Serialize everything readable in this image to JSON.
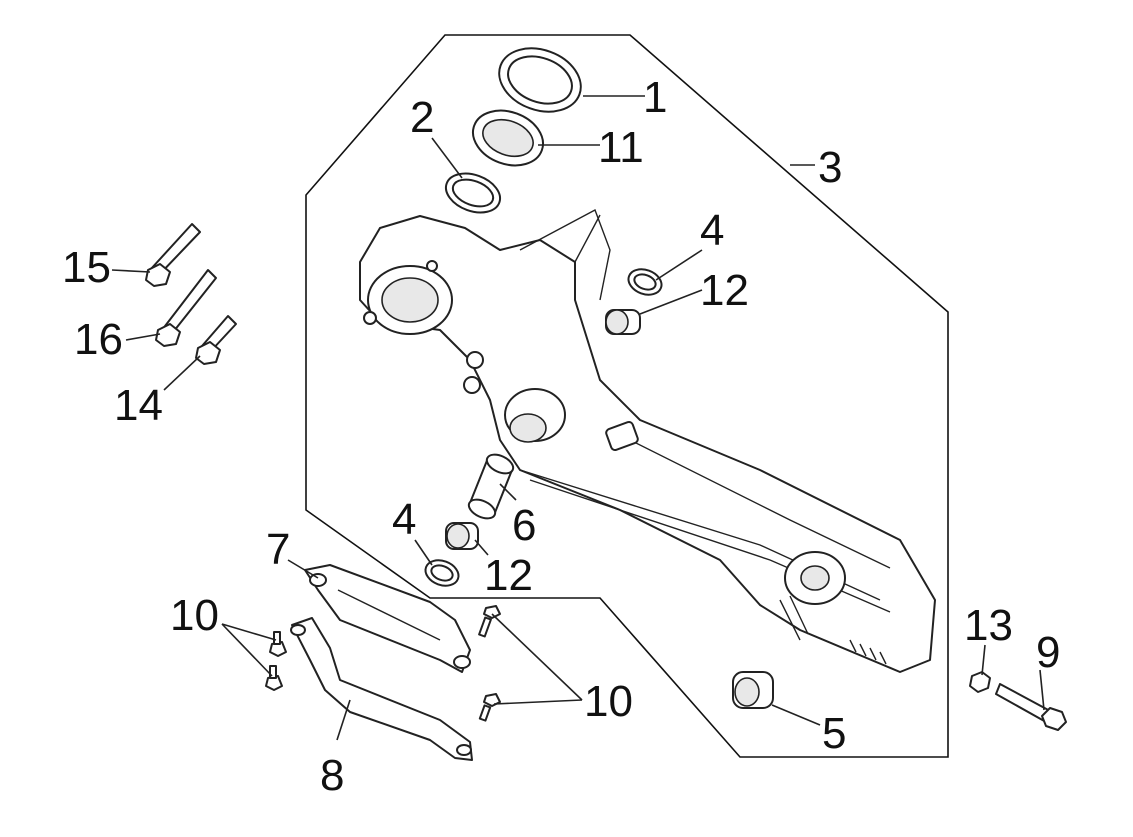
{
  "callouts": {
    "c1": "1",
    "c2": "2",
    "c3": "3",
    "c4a": "4",
    "c4b": "4",
    "c5": "5",
    "c6": "6",
    "c7": "7",
    "c8": "8",
    "c9": "9",
    "c10a": "10",
    "c10b": "10",
    "c11": "11",
    "c12a": "12",
    "c12b": "12",
    "c13": "13",
    "c14": "14",
    "c15": "15",
    "c16": "16"
  },
  "colors": {
    "line": "#222222",
    "background": "#ffffff"
  }
}
